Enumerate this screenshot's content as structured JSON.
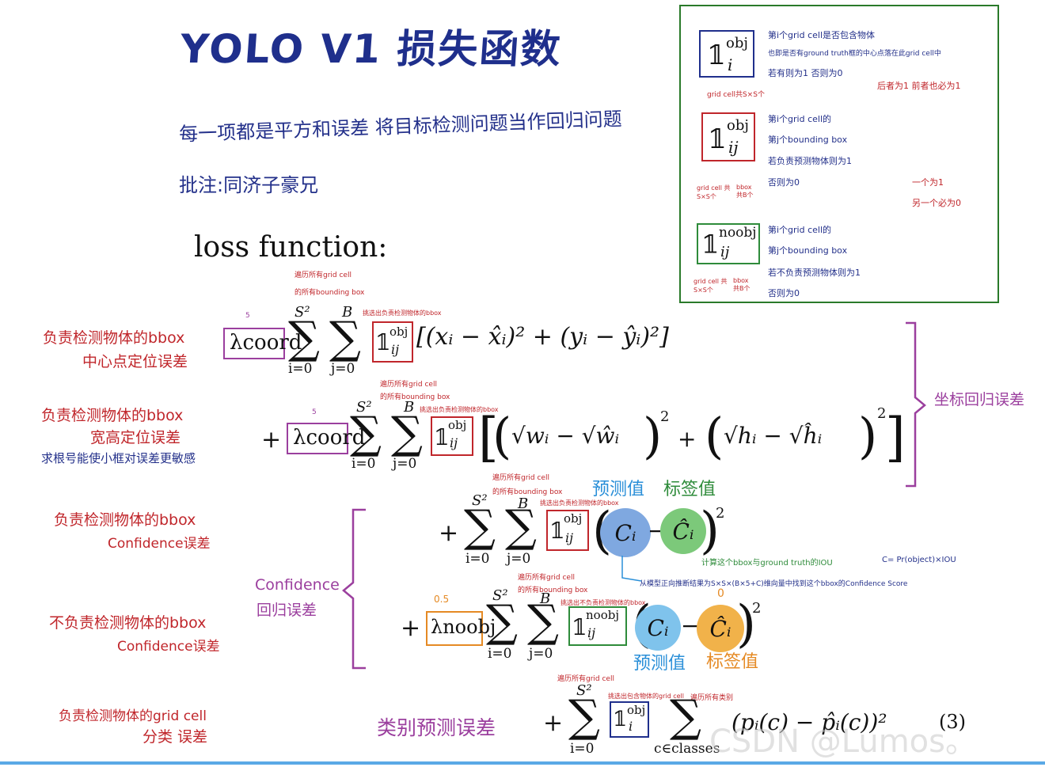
{
  "title": "YOLO V1 损失函数",
  "subtitle": "每一项都是平方和误差  将目标检测问题当作回归问题",
  "note": "批注:同济子豪兄",
  "loss_heading": "loss function:",
  "legend": {
    "obj_i_desc": [
      "第i个grid cell是否包含物体",
      "也即是否有ground truth框的中心点落在此grid cell中",
      "若有则为1 否则为0"
    ],
    "obj_i_sub": "grid cell共S×S个",
    "side_note": "后者为1 前者也必为1",
    "obj_ij_desc": [
      "第i个grid cell的",
      "第j个bounding box",
      "若负责预测物体则为1",
      "否则为0"
    ],
    "obj_ij_sub_left": "grid cell 共S×S个",
    "obj_ij_sub_right": "bbox 共B个",
    "one_other": [
      "一个为1",
      "另一个必为0"
    ],
    "noobj_ij_desc": [
      "第i个grid cell的",
      "第j个bounding box",
      "若不负责预测物体则为1",
      "否则为0"
    ],
    "noobj_sub_left": "grid cell 共S×S个",
    "noobj_sub_right": "bbox 共B个"
  },
  "left_notes": {
    "n1": [
      "负责检测物体的bbox",
      "中心点定位误差"
    ],
    "n2": [
      "负责检测物体的bbox",
      "宽高定位误差",
      "求根号能使小框对误差更敏感"
    ],
    "n3": [
      "负责检测物体的bbox",
      "Confidence误差"
    ],
    "n4": [
      "不负责检测物体的bbox",
      "Confidence误差"
    ],
    "n5": [
      "负责检测物体的grid cell",
      "分类 误差"
    ],
    "confidence_group": [
      "Confidence",
      "回归误差"
    ],
    "coord_group": "坐标回归误差",
    "class_label": "类别预测误差"
  },
  "formula": {
    "lambda_coord": "λcoord",
    "lambda_noobj": "λnoobj",
    "coord_weight": "5",
    "noobj_weight": "0.5",
    "conf_target_zero": "0",
    "sum_top_s2": "S²",
    "sum_top_b": "B",
    "sum_bot_i": "i=0",
    "sum_bot_j": "j=0",
    "sum_bot_c": "c∈classes",
    "ann_traverse": [
      "遍历所有grid cell",
      "的所有bounding box"
    ],
    "ann_select_obj": "挑选出负责检测物体的bbox",
    "ann_select_noobj": "挑选出不负责检测物体的bbox",
    "ann_cells": "遍历所有grid cell",
    "ann_select_cells": "挑选出包含物体的grid cell",
    "ann_classes": "遍历所有类别",
    "term1": "[(xᵢ − x̂ᵢ)² + (yᵢ − ŷᵢ)²]",
    "term2a": "√wᵢ − √ŵᵢ",
    "term2b": "√hᵢ − √ĥᵢ",
    "term5": "(pᵢ(c) − p̂ᵢ(c))²",
    "eq_num": "(3)",
    "pred_label": "预测值",
    "true_label": "标签值",
    "iou_note": "计算这个bbox与ground truth的IOU",
    "conf_eq": "C= Pr(object)×IOU",
    "forward_note": "从模型正向推断结果为S×S×(B×5+C)维向量中找到这个bbox的Confidence Score"
  },
  "watermark": "CSDN @Lumos。"
}
